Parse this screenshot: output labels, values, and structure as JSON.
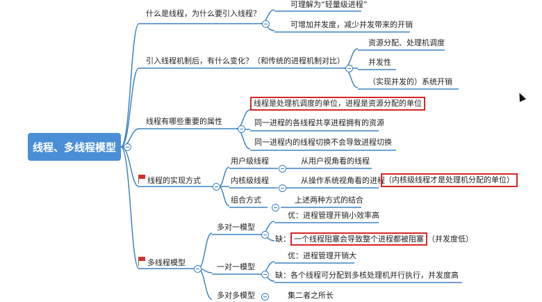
{
  "root": "线程、多线程模型",
  "q1": {
    "label": "什么是线程，为什么要引入线程？",
    "a1": "可理解为“轻量级进程”",
    "a2": "可增加并发度，减少并发带来的开销"
  },
  "q2": {
    "label": "引入线程机制后，有什么变化？（和传统的进程机制对比）",
    "a1": "资源分配、处理机调度",
    "a2": "并发性",
    "a3": "（实现并发的）系统开销"
  },
  "q3": {
    "label": "线程有哪些重要的属性",
    "a1": "线程是处理机调度的单位，进程是资源分配的单位",
    "a2": "同一进程的各线程共享进程拥有的资源",
    "a3": "同一进程内的线程切换不会导致进程切换"
  },
  "q4": {
    "label": "线程的实现方式",
    "u1": "用户级线程",
    "u1d": "从用户视角看的线程",
    "u2": "内核级线程",
    "u2d": "从操作系统视角看的进程",
    "u2hl": "（内核级线程才是处理机分配的单位）",
    "u3": "组合方式",
    "u3d": "上述两种方式的结合"
  },
  "q5": {
    "label": "多线程模型",
    "m1": "多对一模型",
    "m1a": "优：进程管理开销小效率高",
    "m1b_pre": "缺：",
    "m1b_hl": "一个线程阻塞会导致整个进程都被阻塞",
    "m1b_post": "（并发度低）",
    "m2": "一对一模型",
    "m2a": "优：进程管理开销大",
    "m2b": "缺：各个线程可分配到多核处理机并行执行，并发度高",
    "m3": "多对多模型",
    "m3a": "集二者之所长"
  },
  "colors": {
    "line": "#3b82c4",
    "root_bg": "#4a8fd6",
    "highlight": "#d62626"
  }
}
